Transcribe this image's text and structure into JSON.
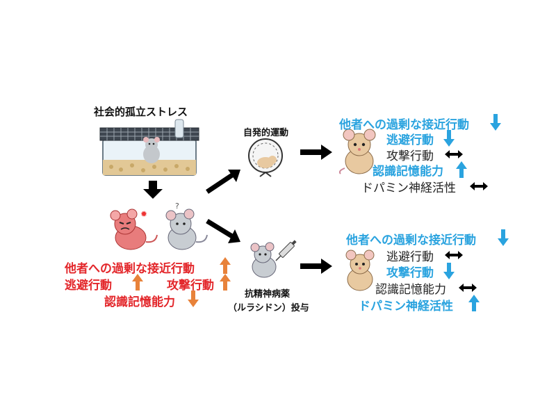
{
  "labels": {
    "isolation_stress": "社会的孤立ストレス",
    "voluntary_exercise": "自発的運動",
    "antipsychotic_line1": "抗精神病薬",
    "antipsychotic_line2": "（ルラシドン）投与"
  },
  "stress_effects": {
    "approach": "他者への過剰な接近行動",
    "avoidance": "逃避行動",
    "aggression": "攻撃行動",
    "memory": "認識記憶能力"
  },
  "exercise_results": {
    "approach": "他者への過剰な接近行動",
    "avoidance": "逃避行動",
    "aggression": "攻撃行動",
    "memory": "認識記憶能力",
    "dopamine": "ドパミン神経活性"
  },
  "drug_results": {
    "approach": "他者への過剰な接近行動",
    "avoidance": "逃避行動",
    "aggression": "攻撃行動",
    "memory": "認識記憶能力",
    "dopamine": "ドパミン神経活性"
  },
  "colors": {
    "increase_red": "#e3262a",
    "improve_blue": "#2aa3df",
    "up_arrow_orange": "#e8823a",
    "flow_arrow_black": "#000000"
  }
}
